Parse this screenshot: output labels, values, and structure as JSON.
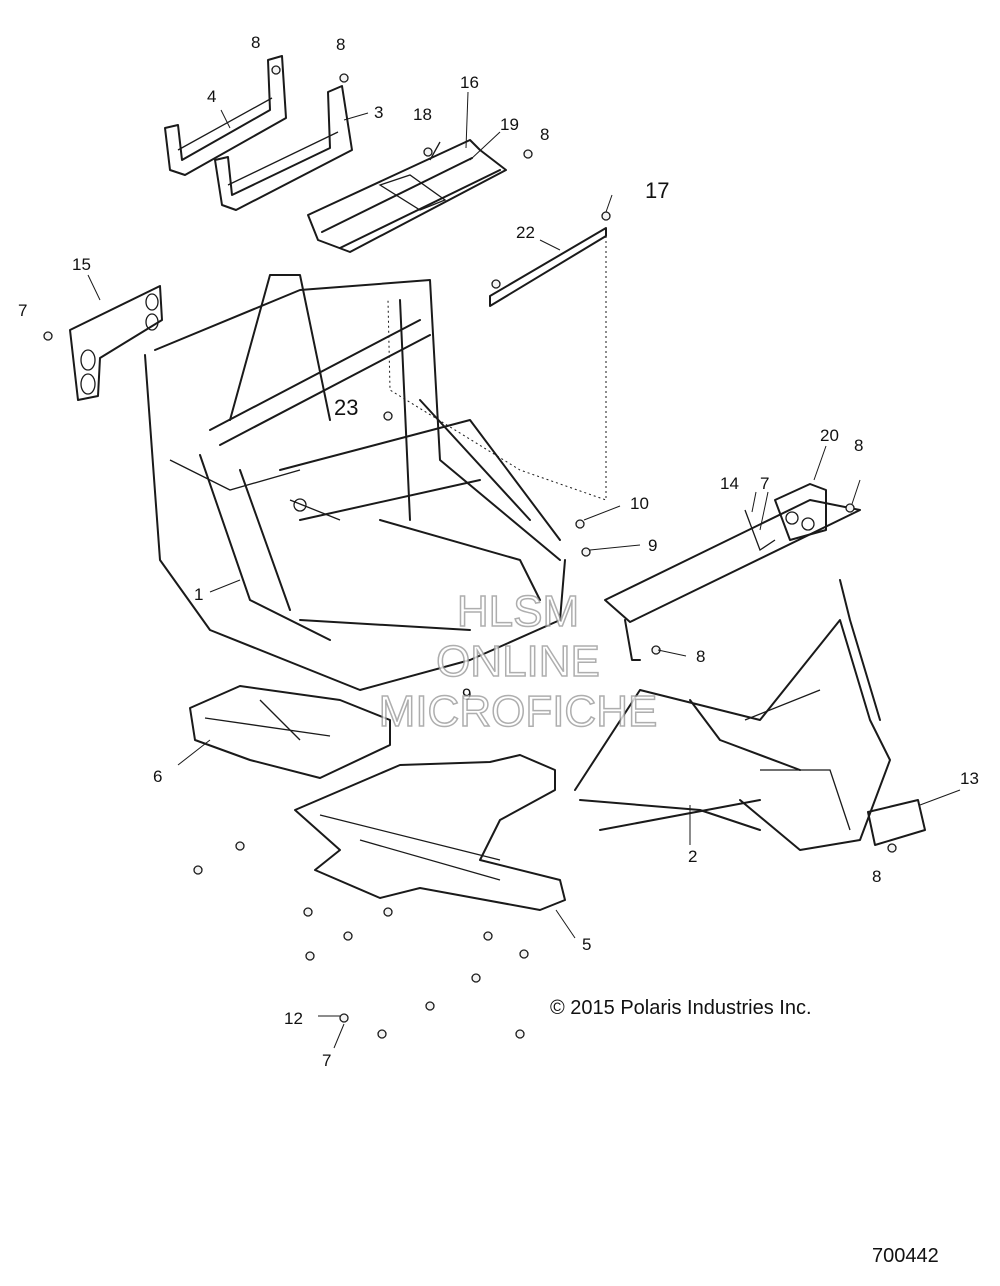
{
  "callouts": {
    "c1": "1",
    "c2": "2",
    "c3": "3",
    "c4": "4",
    "c5": "5",
    "c6": "6",
    "c7a": "7",
    "c7b": "7",
    "c7c": "7",
    "c8a": "8",
    "c8b": "8",
    "c8c": "8",
    "c8d": "8",
    "c8e": "8",
    "c8f": "8",
    "c9a": "9",
    "c9b": "9",
    "c10": "10",
    "c12": "12",
    "c13": "13",
    "c14": "14",
    "c15": "15",
    "c16": "16",
    "c17": "17",
    "c18": "18",
    "c19": "19",
    "c20": "20",
    "c22": "22",
    "c23": "23"
  },
  "watermark": {
    "line1": "HLSM",
    "line2": "ONLINE",
    "line3": "MICROFICHE"
  },
  "copyright": "© 2015 Polaris Industries Inc.",
  "document_number": "700442"
}
